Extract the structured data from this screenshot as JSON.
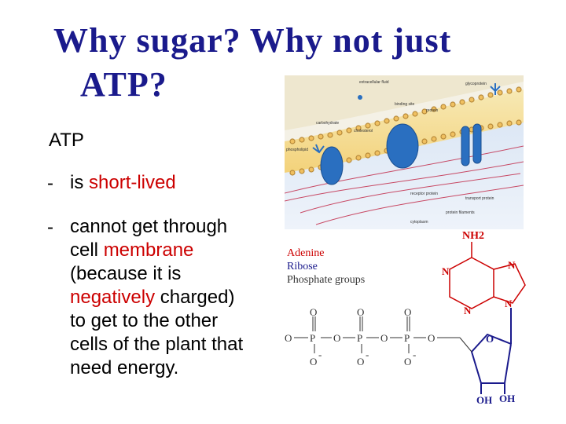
{
  "slide": {
    "title_line1": "Why sugar? Why not just",
    "title_line2": "ATP?",
    "heading": "ATP",
    "bullet1": {
      "dash": "-",
      "pre": "is ",
      "red": "short-lived"
    },
    "bullet2": {
      "dash": "-",
      "line1": "cannot get through",
      "line2_pre": "cell ",
      "line2_red": "membrane",
      "line3": "(because it is",
      "line4_red": "negatively",
      "line4_post": " charged)",
      "line5": "to get to the other",
      "line6": "cells of the plant that",
      "line7": "need energy."
    }
  },
  "membrane_figure": {
    "labels": [
      "extracellular fluid",
      "glycoprotein",
      "binding site",
      "carbohydrate",
      "cholesterol",
      "phospholipid",
      "protein",
      "receptor protein",
      "transport protein",
      "protein filaments",
      "cytoplasm"
    ]
  },
  "atp_figure": {
    "legend": [
      "Adenine",
      "Ribose",
      "Phosphate groups"
    ],
    "nh2": "NH2",
    "n_label": "N",
    "o_label": "O",
    "p_label": "P",
    "minus": "-",
    "oh": "OH",
    "colors": {
      "adenine": "#cc0000",
      "ribose": "#1a1a8c",
      "phosphate": "#000000"
    }
  }
}
